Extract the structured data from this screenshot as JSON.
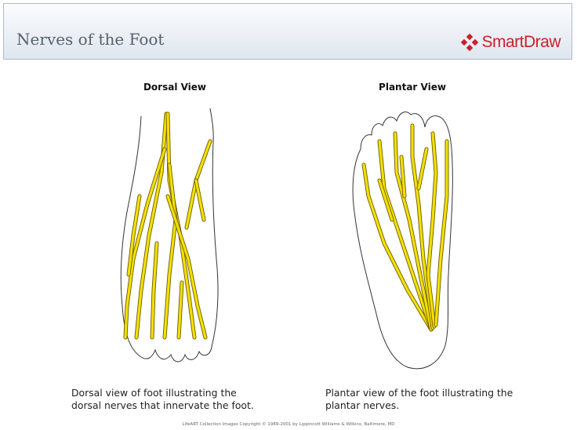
{
  "header": {
    "title": "Nerves of the Foot",
    "logo_text": "SmartDraw",
    "logo_color": "#cc1f2a"
  },
  "views": {
    "dorsal": {
      "title": "Dorsal View",
      "caption_line1": "Dorsal view of foot illustrating the",
      "caption_line2": "dorsal nerves that innervate the foot."
    },
    "plantar": {
      "title": "Plantar View",
      "caption_line1": "Plantar view of the foot illustrating the",
      "caption_line2": "plantar nerves."
    }
  },
  "colors": {
    "nerve_fill": "#f4e000",
    "nerve_outline": "#6b5c00",
    "foot_outline": "#333333"
  },
  "footer": {
    "copyright": "LifeART Collection Images Copyright © 1989-2001 by Lippincott Williams & Wilkins, Baltimore, MD"
  }
}
